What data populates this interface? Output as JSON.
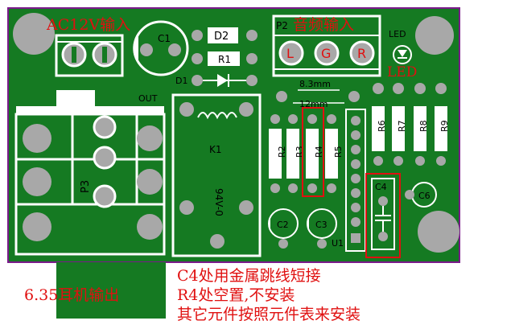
{
  "board": {
    "labels": {
      "power_in": "AC12V输入",
      "audio_in": "音频输入",
      "led_top": "LED",
      "led_bottom": "LED",
      "out": "OUT",
      "dim_83": "8.3mm",
      "dim_12": "12mm",
      "relay_text": "94V-0",
      "phone_out": "6.35耳机输出"
    },
    "components": {
      "c1": "C1",
      "d2": "D2",
      "r1": "R1",
      "d1": "D1",
      "p2": "P2",
      "k1": "K1",
      "p3": "P3",
      "u1": "U1",
      "c2": "C2",
      "c3": "C3",
      "c4": "C4",
      "c6": "C6",
      "r2": "R2",
      "r3": "R3",
      "r4": "R4",
      "r5": "R5",
      "r6": "R6",
      "r7": "R7",
      "r8": "R8",
      "r9": "R9",
      "pin_l": "L",
      "pin_g": "G",
      "pin_r": "R"
    },
    "colors": {
      "board_green": "#157a22",
      "silk_white": "#ffffff",
      "pad_gray": "#a8a8a8",
      "outline_purple": "#7a1a8a",
      "highlight_red": "#e01010"
    }
  },
  "notes": {
    "line1": "C4处用金属跳线短接",
    "line2": "R4处空置,不安装",
    "line3": "其它元件按照元件表来安装"
  }
}
